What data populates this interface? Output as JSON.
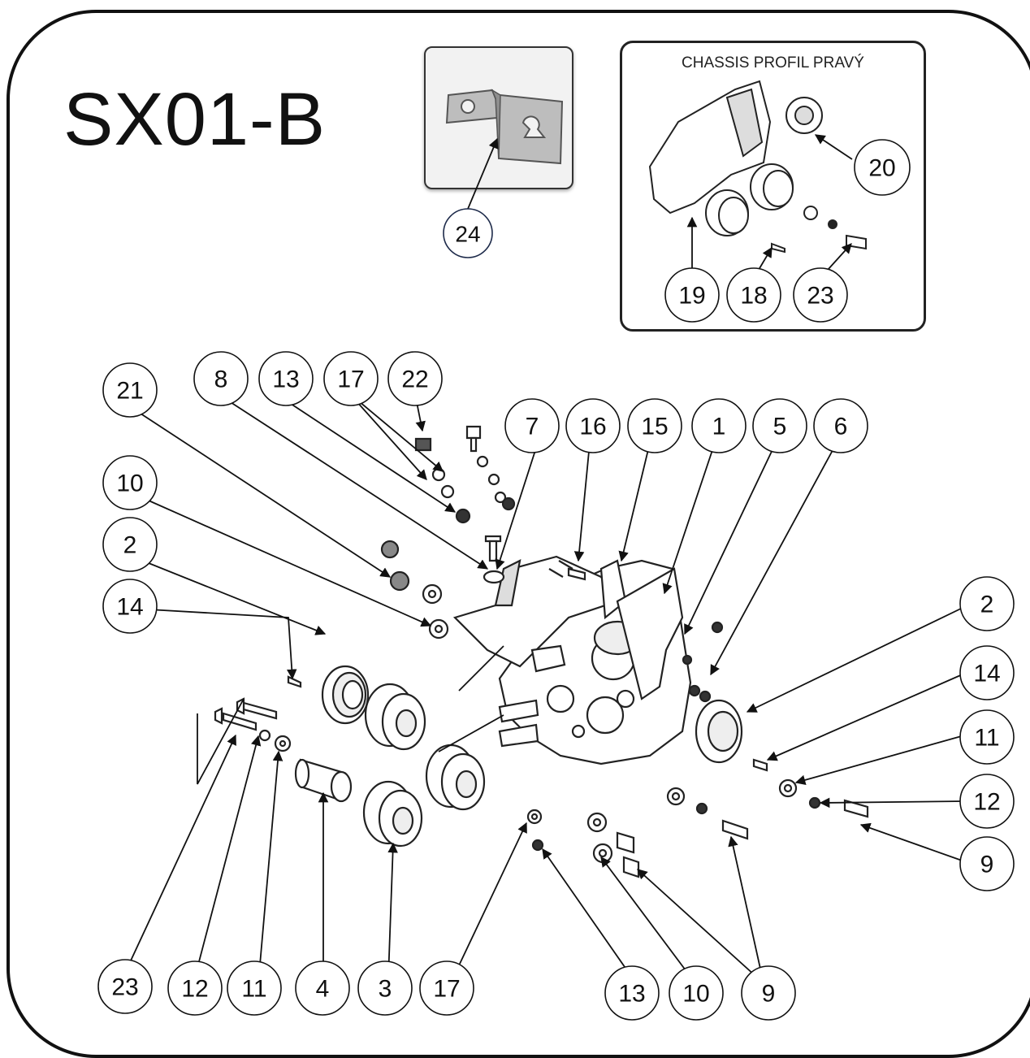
{
  "title": "SX01-B",
  "inset_title": "CHASSIS PROFIL PRAVÝ",
  "callouts": {
    "c24": "24",
    "c20": "20",
    "c19": "19",
    "c18": "18",
    "c23a": "23",
    "c21": "21",
    "c8": "8",
    "c13a": "13",
    "c17a": "17",
    "c22": "22",
    "c7": "7",
    "c16": "16",
    "c15": "15",
    "c1": "1",
    "c5": "5",
    "c6": "6",
    "c10a": "10",
    "c2a": "2",
    "c14a": "14",
    "c2b": "2",
    "c14b": "14",
    "c11a": "11",
    "c12a": "12",
    "c9a": "9",
    "c23b": "23",
    "c12b": "12",
    "c11b": "11",
    "c4": "4",
    "c3": "3",
    "c17b": "17",
    "c13b": "13",
    "c10b": "10",
    "c9b": "9"
  },
  "colors": {
    "line": "#111111",
    "part_fill": "#ffffff",
    "part_stroke": "#222222",
    "bracket_fill": "#b9b9b9"
  }
}
